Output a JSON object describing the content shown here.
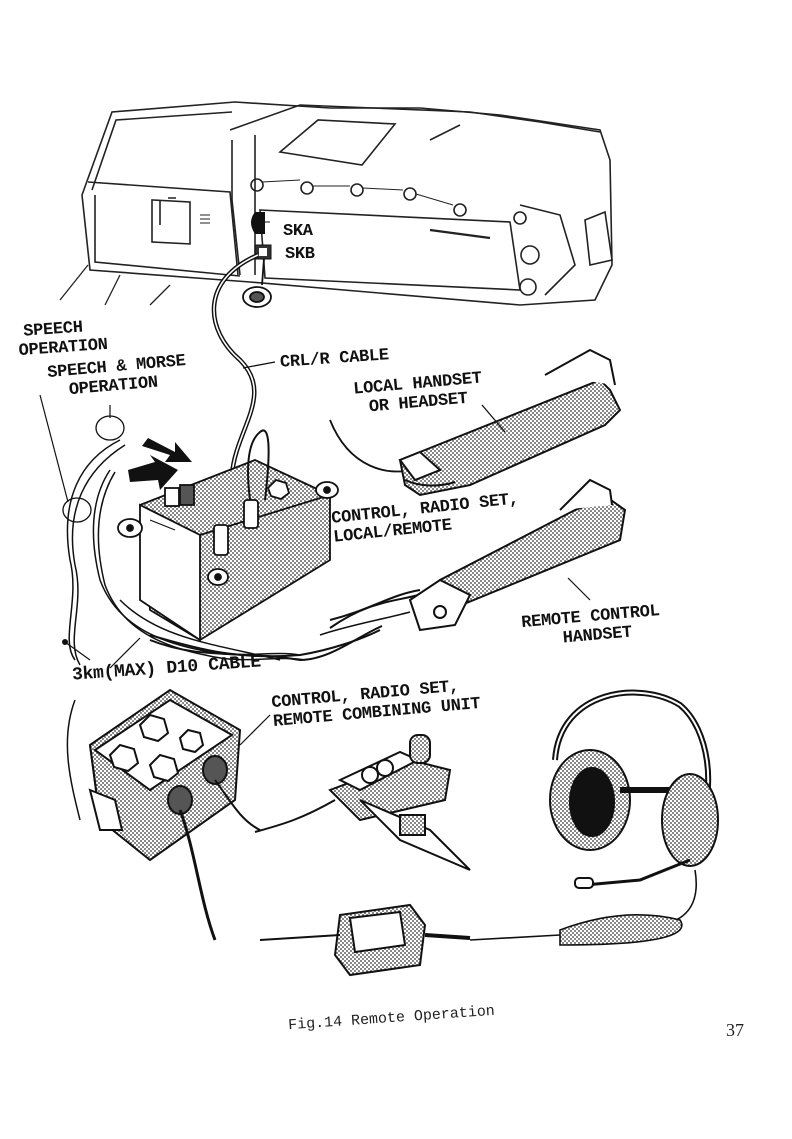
{
  "figure": {
    "caption": "Fig.14  Remote Operation",
    "page_number": "37"
  },
  "labels": {
    "ska": "SKA",
    "skb": "SKB",
    "speech_operation": [
      "SPEECH",
      "OPERATION"
    ],
    "speech_morse_operation": [
      "SPEECH & MORSE",
      "OPERATION"
    ],
    "crl_r_cable": "CRL/R CABLE",
    "local_handset": [
      "LOCAL HANDSET",
      "OR HEADSET"
    ],
    "control_local_remote": [
      "CONTROL, RADIO SET,",
      "LOCAL/REMOTE"
    ],
    "remote_control_handset": [
      "REMOTE CONTROL",
      "HANDSET"
    ],
    "d10_cable": "3km(MAX) D10 CABLE",
    "remote_combining_unit": [
      "CONTROL, RADIO SET,",
      "REMOTE COMBINING UNIT"
    ]
  },
  "components": [
    {
      "id": "radio-set",
      "name": "Radio set"
    },
    {
      "id": "control-unit-local-remote",
      "name": "Control, radio set, local/remote"
    },
    {
      "id": "local-handset",
      "name": "Local handset or headset"
    },
    {
      "id": "remote-control-handset",
      "name": "Remote control handset"
    },
    {
      "id": "remote-combining-unit",
      "name": "Control, radio set, remote combining unit"
    },
    {
      "id": "morse-key",
      "name": "Morse key"
    },
    {
      "id": "headset",
      "name": "Headset with boom microphone"
    }
  ]
}
